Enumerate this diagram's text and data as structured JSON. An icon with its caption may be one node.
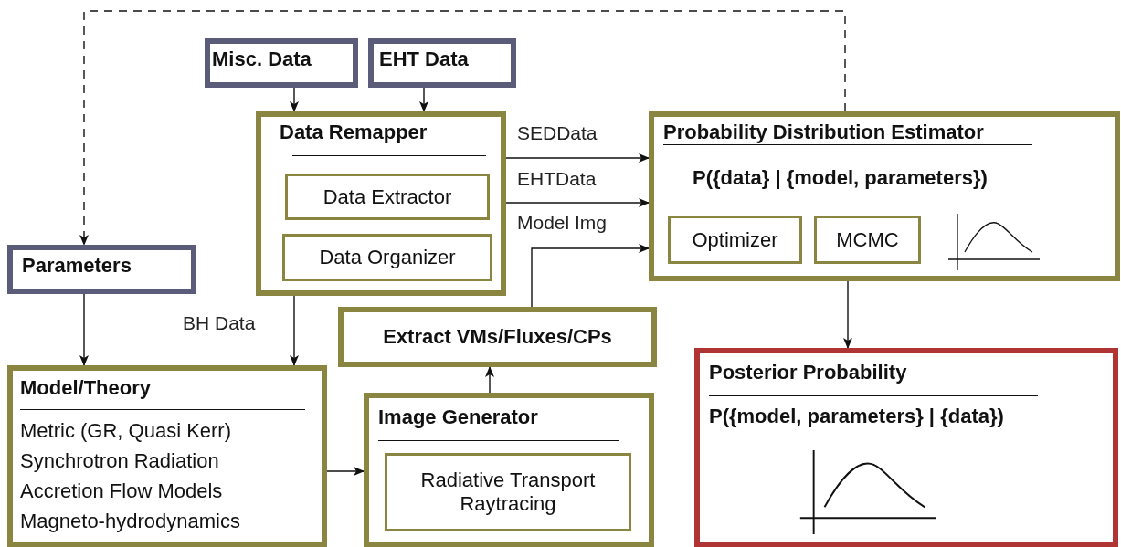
{
  "diagram": {
    "nodes": [
      {
        "text": [
          "Misc. Data"
        ]
      },
      {
        "text": [
          "EHT Data"
        ]
      },
      {
        "text": [
          "Data Remapper"
        ]
      },
      {
        "text": [
          "Data Extractor"
        ],
        "in": 2
      },
      {
        "text": [
          "Data Organizer"
        ],
        "in": 2
      },
      {
        "text": [
          "Probability Distribution Estimator",
          "P({data} | {model, parameters})"
        ]
      },
      {
        "text": [
          "Optimizer"
        ],
        "in": 5
      },
      {
        "text": [
          "MCMC"
        ],
        "in": 5
      },
      {
        "text": [
          "Parameters"
        ]
      },
      {
        "text": [
          "Extract VMs/Fluxes/CPs"
        ]
      },
      {
        "text": [
          "Model/Theory",
          "Metric (GR, Quasi Kerr)",
          "Synchrotron Radiation",
          "Accretion Flow Models",
          "Magneto-hydrodynamics"
        ]
      },
      {
        "text": [
          "Image Generator"
        ]
      },
      {
        "text": [
          "Radiative Transport Raytracing"
        ],
        "in": 11
      },
      {
        "text": [
          "Posterior Probability",
          "P({model, parameters} | {data})"
        ]
      }
    ],
    "edges": [
      {
        "from": 0,
        "to": 2,
        "arrow": "to"
      },
      {
        "from": 1,
        "to": 2,
        "arrow": "to"
      },
      {
        "from": 2,
        "to": 5,
        "arrow": "to",
        "label": "SEDData"
      },
      {
        "from": 2,
        "to": 5,
        "arrow": "to",
        "label": "EHTData"
      },
      {
        "from": 9,
        "to": 5,
        "arrow": "to",
        "label": "Model Img"
      },
      {
        "from": 5,
        "to": 8,
        "arrow": "to",
        "style": "dashed"
      },
      {
        "from": 8,
        "to": 10,
        "arrow": "to"
      },
      {
        "from": 2,
        "to": 10,
        "arrow": "to",
        "label": "BH Data"
      },
      {
        "from": 10,
        "to": 11,
        "arrow": "to"
      },
      {
        "from": 11,
        "to": 9,
        "arrow": "to"
      },
      {
        "from": 5,
        "to": 13,
        "arrow": "to"
      }
    ]
  }
}
